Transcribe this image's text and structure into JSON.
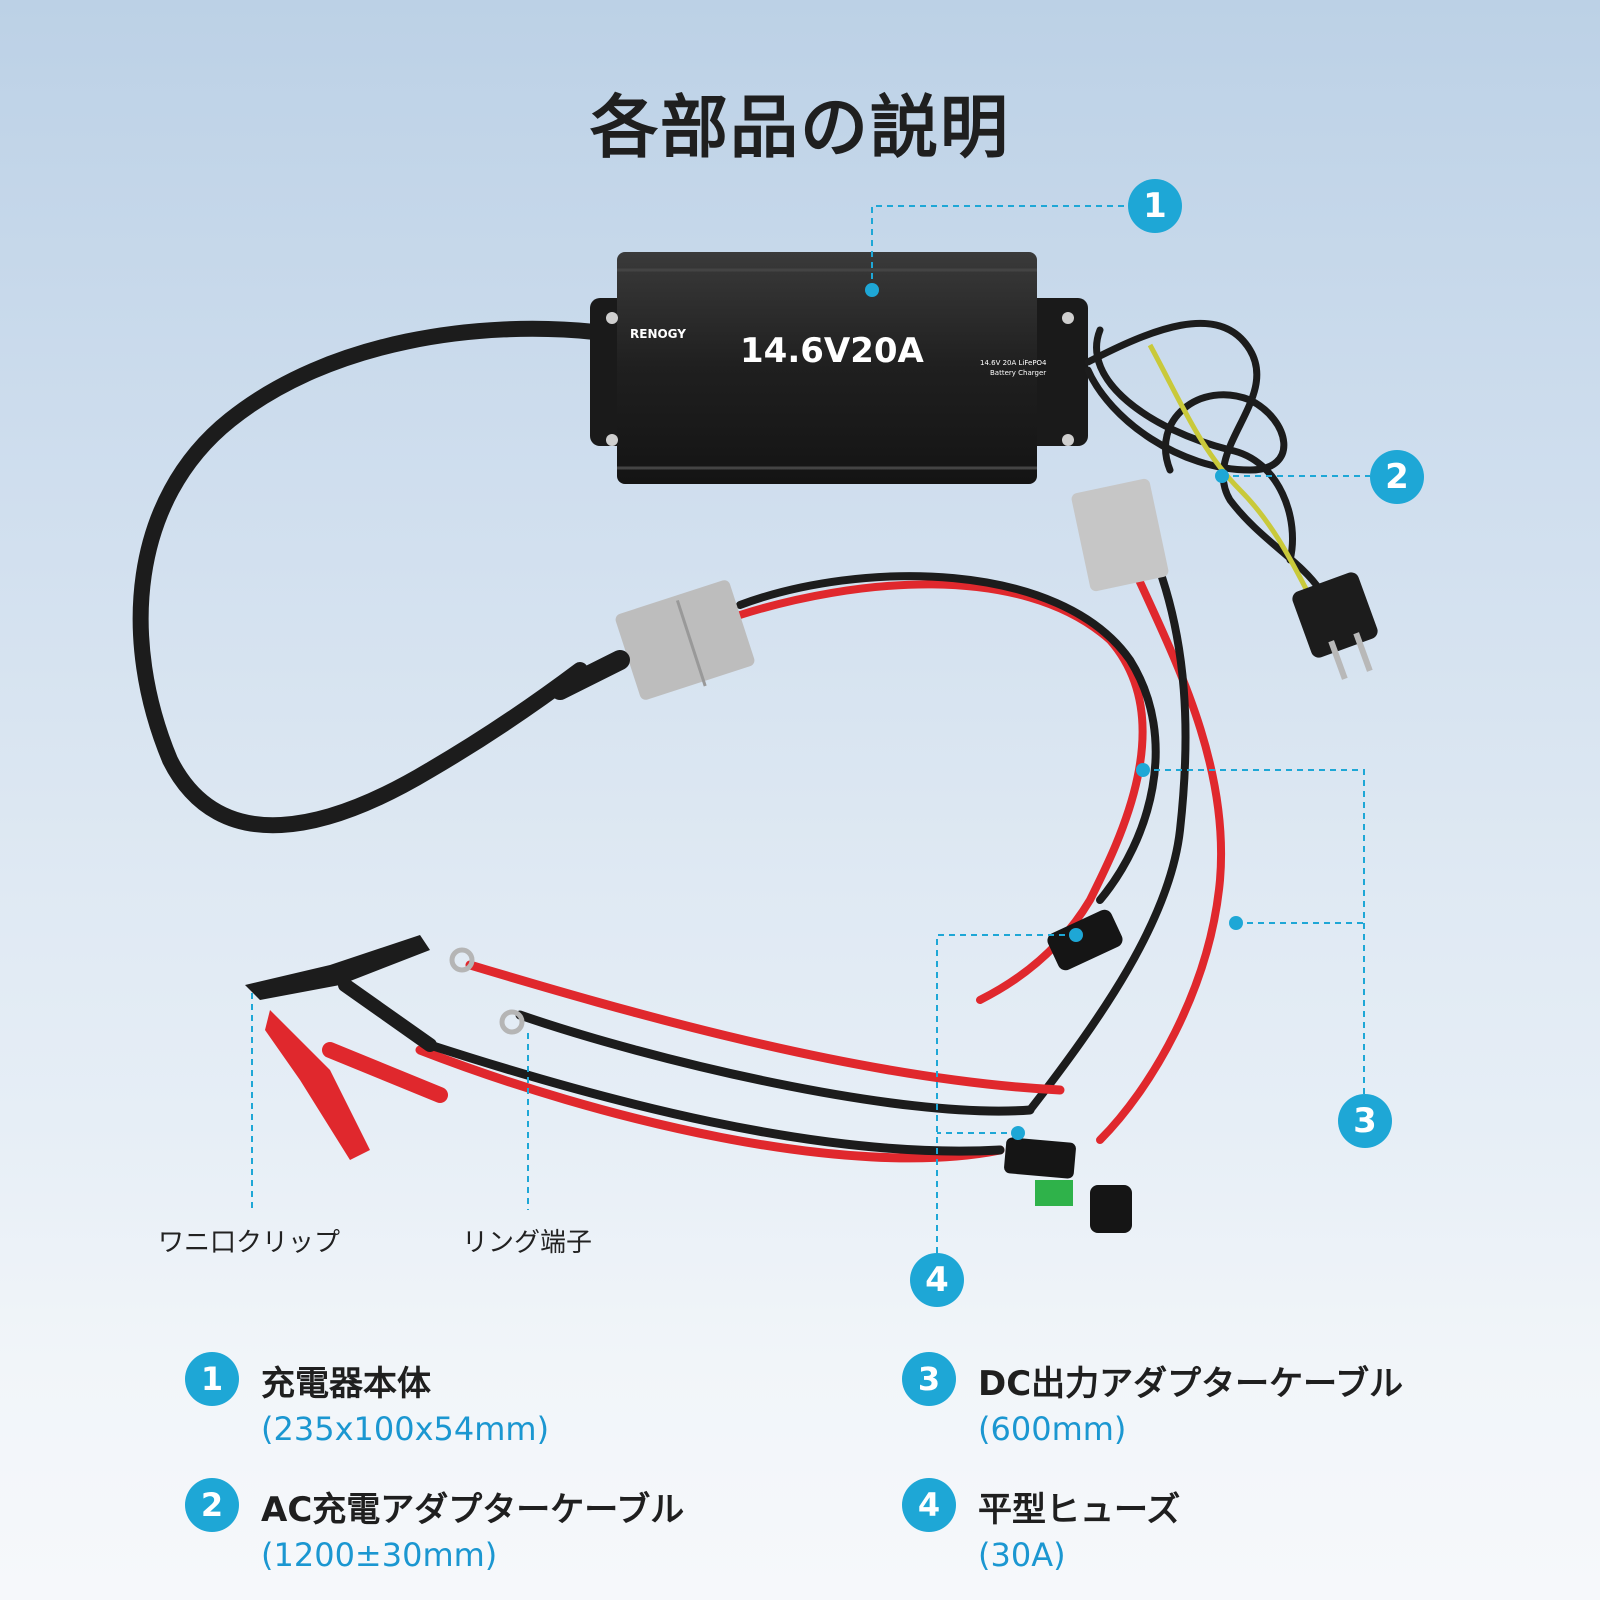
{
  "title": "各部品の説明",
  "product": {
    "brand": "RENOGY",
    "model": "14.6V20A",
    "subtitle_line1": "14.6V 20A LiFePO4",
    "subtitle_line2": "Battery Charger"
  },
  "markers": [
    "1",
    "2",
    "3",
    "4"
  ],
  "part_labels": {
    "alligator_clip": "ワニ口クリップ",
    "ring_terminal": "リング端子"
  },
  "legend": [
    {
      "num": "1",
      "name": "充電器本体",
      "spec": "(235x100x54mm)"
    },
    {
      "num": "2",
      "name": "AC充電アダプターケーブル",
      "spec": "(1200±30mm)"
    },
    {
      "num": "3",
      "name": "DC出力アダプターケーブル",
      "spec": "(600mm)"
    },
    {
      "num": "4",
      "name": "平型ヒューズ",
      "spec": "(30A)"
    }
  ],
  "colors": {
    "accent": "#1ea7d6",
    "wire_red": "#e0282d",
    "wire_black": "#1c1c1c",
    "charger_body": "#222222",
    "ground_wire": "#c9c93a"
  }
}
